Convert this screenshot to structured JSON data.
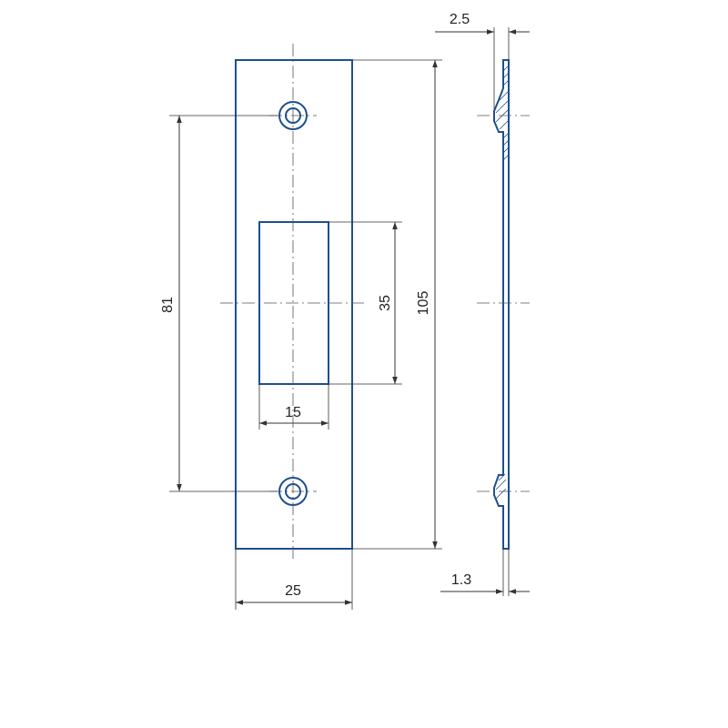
{
  "dimensions": {
    "overall_length": "105",
    "hole_spacing": "81",
    "opening_height": "35",
    "opening_width": "15",
    "plate_width": "25",
    "lip_offset": "2.5",
    "plate_thickness": "1.3"
  },
  "colors": {
    "outline": "#1f4f8f",
    "dimension_lines": "#333333",
    "background": "#ffffff"
  }
}
